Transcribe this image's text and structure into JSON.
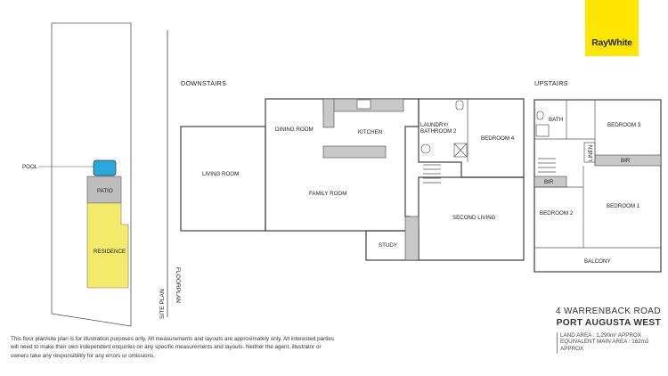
{
  "brand": {
    "name": "RayWhite",
    "color": "#ffe600"
  },
  "site_plan": {
    "pool_label": "POOL",
    "patio_label": "PATIO",
    "residence_label": "RESIDENCE",
    "site_plan_label": "SITE PLAN",
    "floorplan_label": "FLOORPLAN",
    "colors": {
      "pool": "#2aa7df",
      "patio": "#bdbdbd",
      "residence": "#f3e96a"
    }
  },
  "downstairs": {
    "title": "DOWNSTAIRS",
    "rooms": {
      "dining": "DINING ROOM",
      "kitchen": "KITCHEN",
      "laundry_1": "LAUNDRY/",
      "laundry_2": "BATHROOM 2",
      "bedroom4": "BEDROOM 4",
      "living": "LIVING ROOM",
      "family": "FAMILY ROOM",
      "second_living": "SECOND LIVING",
      "study": "STUDY"
    }
  },
  "upstairs": {
    "title": "UPSTAIRS",
    "rooms": {
      "bath": "BATH",
      "bedroom3": "BEDROOM 3",
      "linen": "LINEN",
      "bir1": "BIR",
      "bir2": "BIR",
      "bedroom2": "BEDROOM 2",
      "bedroom1": "BEDROOM 1",
      "balcony": "BALCONY"
    }
  },
  "address": {
    "line1": "4 WARRENBACK ROAD",
    "line2": "PORT AUGUSTA WEST"
  },
  "areas": {
    "land": "LAND AREA : 1,290m² APPROX",
    "equiv_1": "EQUIVALENT MAIN AREA : 162m2",
    "equiv_2": "APPROX"
  },
  "disclaimer": "This floor plan/site plan is for illustration purposes only. All measurements and layouts are approximately only. All interested parties will need to make their own independent enquiries on any specific measurements and layouts. Neither the agent, illustrator or owners take any responsibility for any errors or omissions."
}
